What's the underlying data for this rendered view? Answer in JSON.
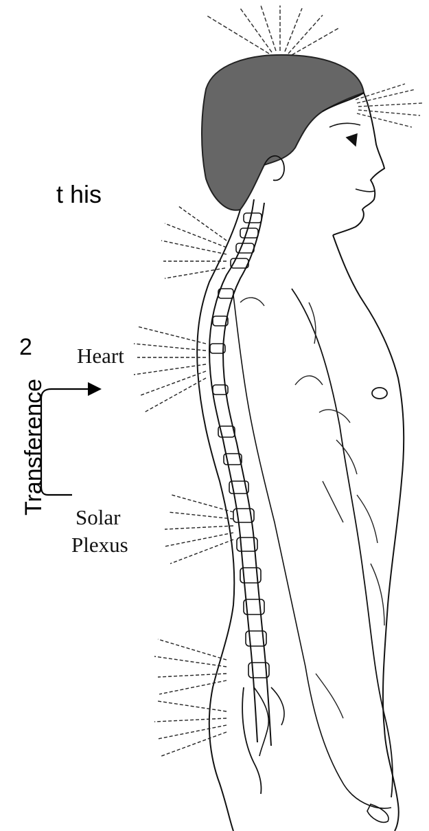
{
  "texts": {
    "fragment": "t his",
    "number": "2",
    "transference": "Transference",
    "heart": "Heart",
    "solar": "Solar",
    "plexus": "Plexus"
  },
  "colors": {
    "hair": "#666666",
    "ink": "#111111"
  }
}
